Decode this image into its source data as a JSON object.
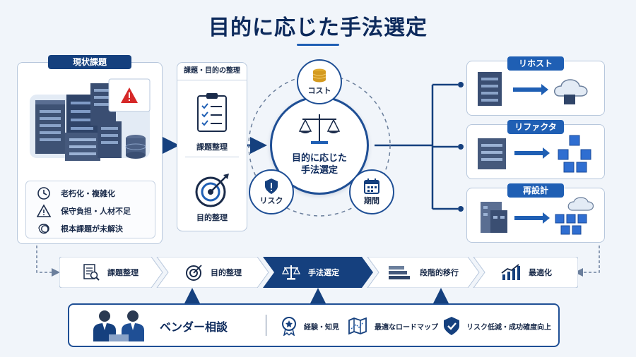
{
  "title": "目的に応じた手法選定",
  "current_issues": {
    "header": "現状課題",
    "items": [
      {
        "label": "老朽化・複雑化",
        "icon": "clock-icon"
      },
      {
        "label": "保守負担・人材不足",
        "icon": "warning-icon"
      },
      {
        "label": "根本課題が未解決",
        "icon": "tangle-icon"
      }
    ]
  },
  "analysis": {
    "header": "課題・目的の整理",
    "item1": "課題整理",
    "item2": "目的整理"
  },
  "center": {
    "label_line1": "目的に応じた",
    "label_line2": "手法選定",
    "cost": "コスト",
    "risk": "リスク",
    "period": "期間"
  },
  "methods": [
    {
      "label": "リホスト"
    },
    {
      "label": "リファクタ"
    },
    {
      "label": "再設計"
    }
  ],
  "steps": [
    {
      "label": "課題整理",
      "icon": "document-search-icon"
    },
    {
      "label": "目的整理",
      "icon": "target-icon"
    },
    {
      "label": "手法選定",
      "icon": "scale-icon"
    },
    {
      "label": "段階的移行",
      "icon": "stairs-icon"
    },
    {
      "label": "最適化",
      "icon": "growth-chart-icon"
    }
  ],
  "vendor": {
    "label": "ベンダー相談",
    "benefits": [
      {
        "label": "経験・知見",
        "icon": "award-icon"
      },
      {
        "label": "最適なロードマップ",
        "icon": "map-icon"
      },
      {
        "label": "リスク低減・成功確度向上",
        "icon": "shield-icon"
      }
    ]
  },
  "colors": {
    "navy": "#15407e",
    "accent": "#1f5fb4",
    "light": "#b7c7dc"
  }
}
